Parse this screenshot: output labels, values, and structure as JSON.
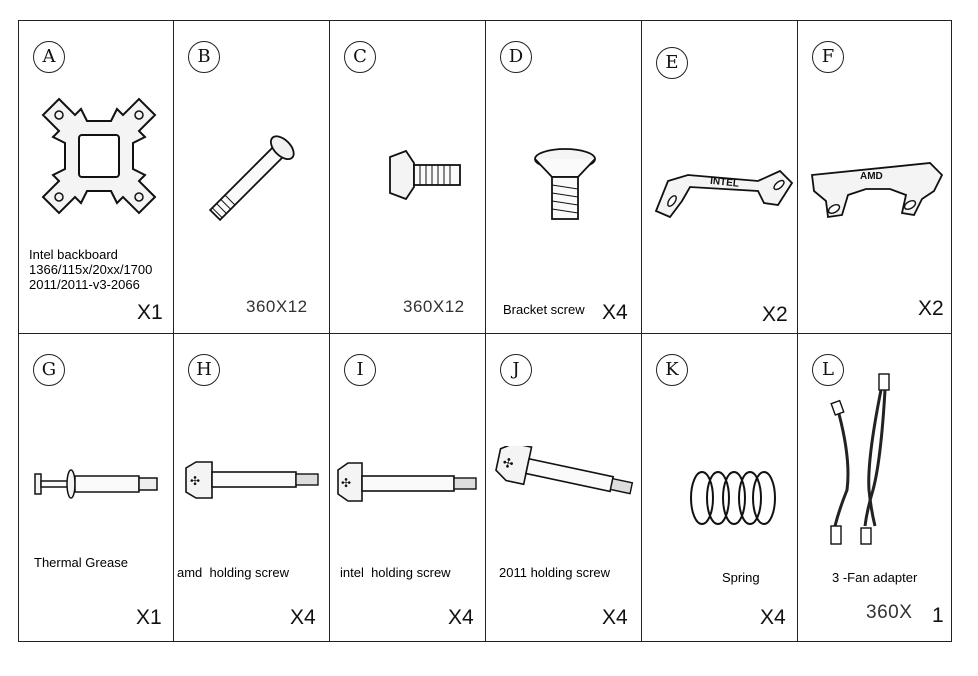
{
  "parts": [
    {
      "letter": "A",
      "desc": "Intel backboard\n1366/115x/20xx/1700\n2011/2011-v3-2066",
      "qty": "X1",
      "icon": "intel-backboard"
    },
    {
      "letter": "B",
      "code": "360X12",
      "icon": "long-screw"
    },
    {
      "letter": "C",
      "code": "360X12",
      "icon": "short-screw"
    },
    {
      "letter": "D",
      "desc": "Bracket screw",
      "qty": "X4",
      "icon": "bracket-screw"
    },
    {
      "letter": "E",
      "qty": "X2",
      "icon": "intel-bracket",
      "bracket_label": "INTEL"
    },
    {
      "letter": "F",
      "qty": "X2",
      "icon": "amd-bracket",
      "bracket_label": "AMD"
    },
    {
      "letter": "G",
      "desc": "Thermal Grease",
      "qty": "X1",
      "icon": "thermal-grease-syringe"
    },
    {
      "letter": "H",
      "desc": "amd  holding screw",
      "qty": "X4",
      "icon": "hex-screw"
    },
    {
      "letter": "I",
      "desc": "intel  holding screw",
      "qty": "X4",
      "icon": "hex-screw"
    },
    {
      "letter": "J",
      "desc": "2011 holding screw",
      "qty": "X4",
      "icon": "hex-screw"
    },
    {
      "letter": "K",
      "desc": "Spring",
      "qty": "X4",
      "icon": "spring"
    },
    {
      "letter": "L",
      "desc": "3 -Fan adapter",
      "code": "360X",
      "qty": "1",
      "icon": "fan-adapter-cable"
    }
  ]
}
